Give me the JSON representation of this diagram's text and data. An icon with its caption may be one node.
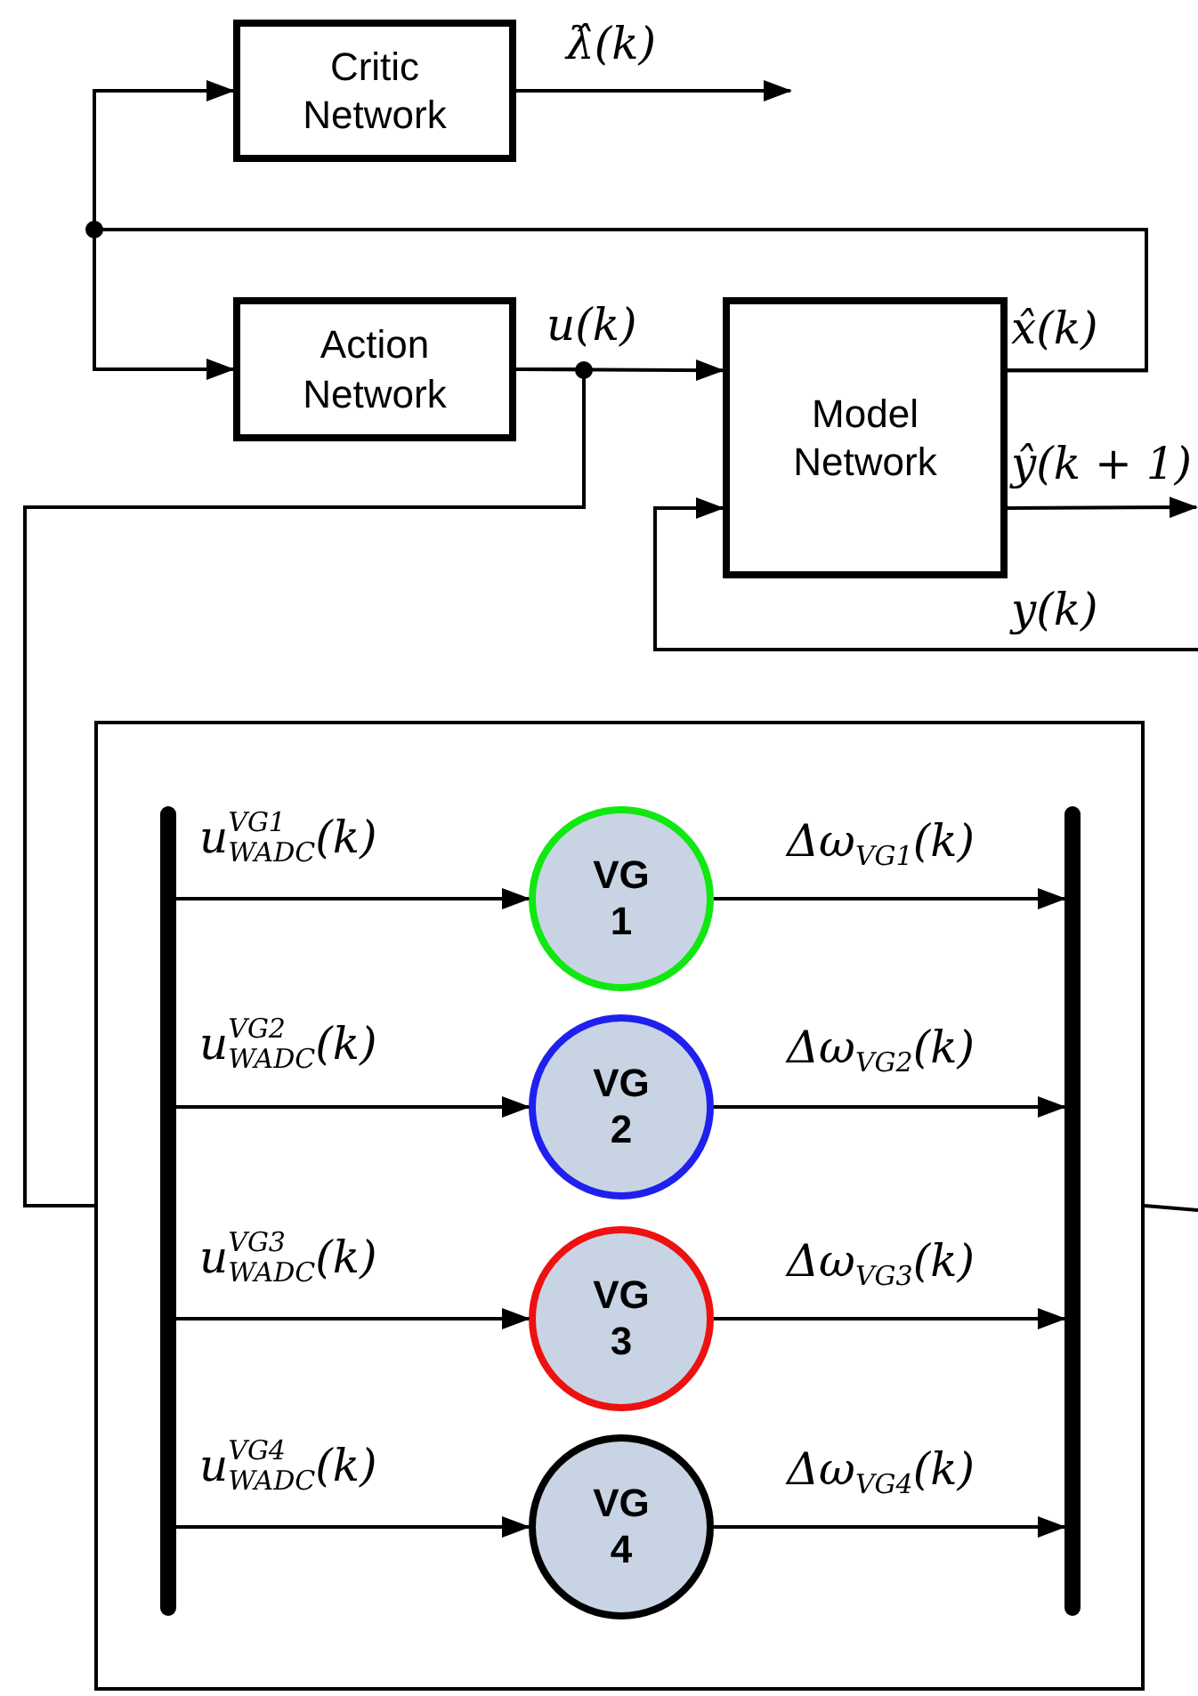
{
  "diagram": {
    "nodes": [
      {
        "text": [
          "Critic Network"
        ]
      },
      {
        "text": [
          "Action Network"
        ]
      },
      {
        "text": [
          "Model Network"
        ]
      },
      {
        "text": [],
        "shape": "box"
      },
      {
        "text": [],
        "shape": "bar",
        "in": 3
      },
      {
        "text": [
          "VG 1"
        ],
        "in": 3
      },
      {
        "text": [
          "VG 2"
        ],
        "in": 3
      },
      {
        "text": [
          "VG 3"
        ],
        "in": 3
      },
      {
        "text": [
          "VG 4"
        ],
        "in": 3
      },
      {
        "text": [],
        "shape": "bar",
        "in": 3
      }
    ],
    "edges": [
      {
        "from": 0,
        "to": null,
        "arrow": "to",
        "label": "λ̂(k)"
      },
      {
        "from": 2,
        "to": 0,
        "arrow": "to",
        "label": "x̂(k)"
      },
      {
        "from": 2,
        "to": 1,
        "arrow": "to"
      },
      {
        "from": 1,
        "to": 2,
        "arrow": "to",
        "label": "u(k)"
      },
      {
        "from": 1,
        "to": 3,
        "arrow": "none"
      },
      {
        "from": 2,
        "to": null,
        "arrow": "to",
        "label": "ŷ(k + 1)"
      },
      {
        "from": null,
        "to": 2,
        "arrow": "to",
        "label": "y(k)"
      },
      {
        "from": 3,
        "to": null,
        "arrow": "none"
      },
      {
        "from": 4,
        "to": 5,
        "arrow": "to",
        "label": "u$^{VG1}$$_{WADC}$(k)"
      },
      {
        "from": 4,
        "to": 6,
        "arrow": "to",
        "label": "u$^{VG2}$$_{WADC}$(k)"
      },
      {
        "from": 4,
        "to": 7,
        "arrow": "to",
        "label": "u$^{VG3}$$_{WADC}$(k)"
      },
      {
        "from": 4,
        "to": 8,
        "arrow": "to",
        "label": "u$^{VG4}$$_{WADC}$(k)"
      },
      {
        "from": 5,
        "to": 9,
        "arrow": "to",
        "label": "Δω$_{VG1}$(k)"
      },
      {
        "from": 6,
        "to": 9,
        "arrow": "to",
        "label": "Δω$_{VG2}$(k)"
      },
      {
        "from": 7,
        "to": 9,
        "arrow": "to",
        "label": "Δω$_{VG3}$(k)"
      },
      {
        "from": 8,
        "to": 9,
        "arrow": "to",
        "label": "Δω$_{VG4}$(k)"
      }
    ]
  }
}
